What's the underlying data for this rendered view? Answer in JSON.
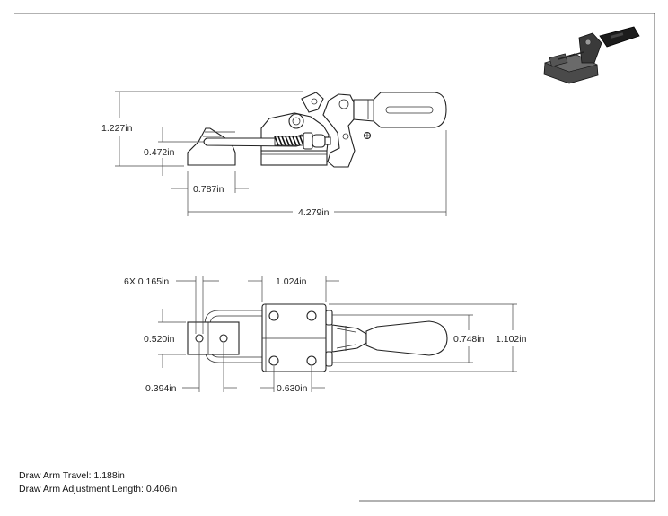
{
  "views": {
    "side": {
      "dimensions": {
        "height_total": "1.227in",
        "height_rod": "0.472in",
        "base_length": "0.787in",
        "overall_length": "4.279in"
      }
    },
    "top": {
      "dimensions": {
        "hole_dia": "6X 0.165in",
        "base_width": "1.024in",
        "hole_spacing_left": "0.520in",
        "offset_left": "0.394in",
        "hole_spacing_base": "0.630in",
        "handle_width": "0.748in",
        "overall_width": "1.102in"
      }
    }
  },
  "notes": {
    "draw_arm_travel": "Draw Arm Travel: 1.188in",
    "draw_arm_adjustment": "Draw Arm Adjustment Length: 0.406in"
  },
  "colors": {
    "line": "#222222",
    "iso_body": "#3a3a3a",
    "iso_handle": "#1c1c1c"
  }
}
